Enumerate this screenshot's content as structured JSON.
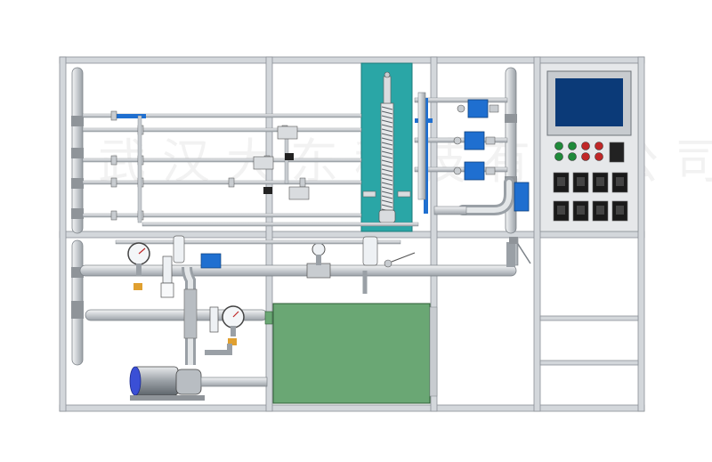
{
  "watermark": "武汉大东科技有限公司",
  "colors": {
    "frame": "#c9ced3",
    "frame_edge": "#8b9096",
    "pipe": "#d9dcdf",
    "pipe_edge": "#7c8288",
    "column_panel": "#2aa6a6",
    "tank": "#6aa774",
    "screen": "#0b3a78",
    "motor": "#3a4fd6",
    "valve_blue": "#1f6fd0",
    "valve_red": "#c83030",
    "button_green": "#1f8a3a",
    "button_red": "#c02828",
    "indicator_dark": "#222222"
  },
  "control_panel": {
    "buttons_top": [
      "green",
      "green",
      "red",
      "red"
    ],
    "buttons_bottom": [
      "green",
      "green",
      "red",
      "red"
    ],
    "switch_rows": 2,
    "switches_per_row": 4
  }
}
